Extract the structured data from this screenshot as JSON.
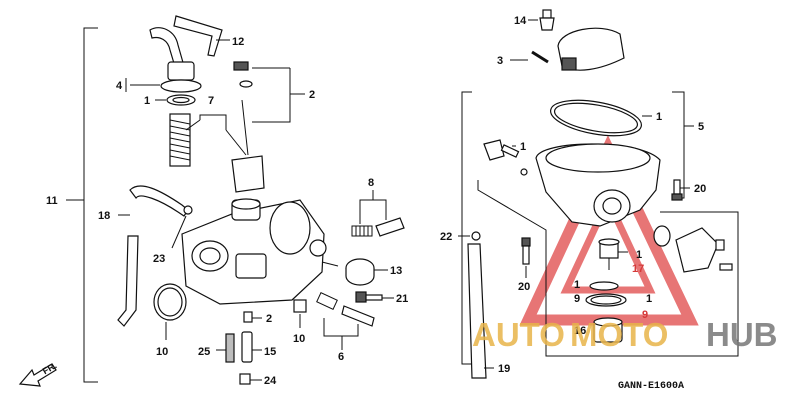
{
  "callouts": {
    "c1a": "1",
    "c1b": "1",
    "c1c": "1",
    "c1d": "1",
    "c1e": "1",
    "c1f": "1",
    "c2a": "2",
    "c2b": "2",
    "c3": "3",
    "c4": "4",
    "c5": "5",
    "c6": "6",
    "c7": "7",
    "c8": "8",
    "c9a": "9",
    "c9b": "9",
    "c10a": "10",
    "c10b": "10",
    "c11": "11",
    "c12": "12",
    "c13": "13",
    "c14": "14",
    "c15": "15",
    "c16": "16",
    "c17": "17",
    "c18": "18",
    "c19": "19",
    "c20a": "20",
    "c20b": "20",
    "c21": "21",
    "c22": "22",
    "c23": "23",
    "c24": "24",
    "c25": "25"
  },
  "direction_label": "FR.",
  "diagram_code": "GANN-E1600A",
  "watermark": {
    "part1": "AUTO",
    "part2": "MOTO",
    "part3": "HUB",
    "color_primary": "#e8b44a",
    "color_secondary": "#777777",
    "triangle_color": "#e04848"
  },
  "colors": {
    "line": "#111111",
    "callout_red": "#d53a3a"
  }
}
